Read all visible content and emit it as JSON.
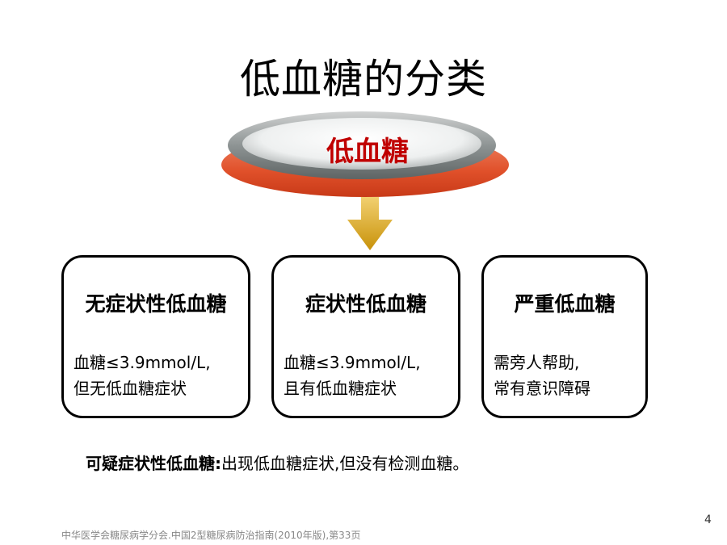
{
  "title": "低血糖的分类",
  "center": {
    "label": "低血糖"
  },
  "boxes": [
    {
      "title": "无症状性低血糖",
      "line1": "血糖≤3.9mmol/L,",
      "line2": "但无低血糖症状"
    },
    {
      "title": "症状性低血糖",
      "line1": "血糖≤3.9mmol/L,",
      "line2": "且有低血糖症状"
    },
    {
      "title": "严重低血糖",
      "line1": "需旁人帮助,",
      "line2": "常有意识障碍"
    }
  ],
  "note": {
    "label": "可疑症状性低血糖:",
    "text": "出现低血糖症状,但没有检测血糖。"
  },
  "page_number": "4",
  "footer": "中华医学会糖尿病学分会.中国2型糖尿病防治指南(2010年版),第33页",
  "colors": {
    "accent_red": "#c00000",
    "ellipse_base": "#e0502a",
    "arrow": "#d4a017"
  }
}
